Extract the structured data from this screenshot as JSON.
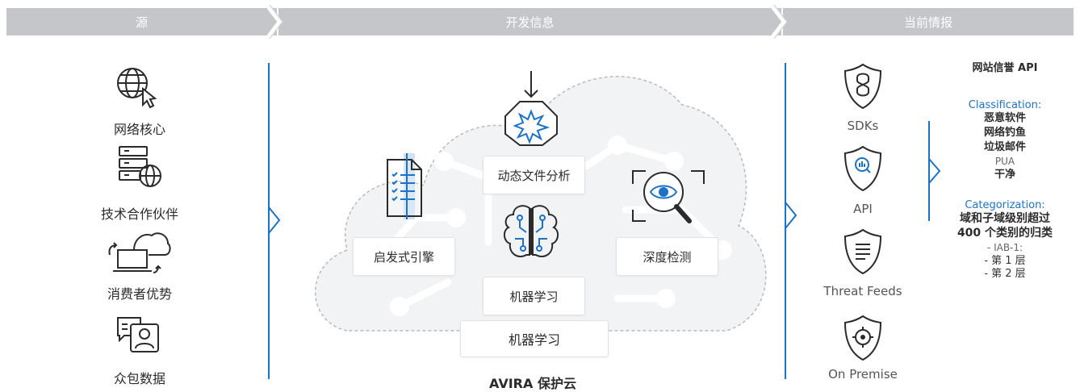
{
  "header": {
    "source": "源",
    "dev": "开发信息",
    "current": "当前情报"
  },
  "sources": [
    {
      "label": "网络核心"
    },
    {
      "label": "技术合作伙伴"
    },
    {
      "label": "消费者优势"
    },
    {
      "label": "众包数据"
    }
  ],
  "cloud": {
    "dynamic": "动态文件分析",
    "heuristic": "启发式引擎",
    "deep": "深度检测",
    "ml_inner": "机器学习",
    "ml_outer": "机器学习",
    "footer": "AVIRA 保护云"
  },
  "products": [
    {
      "label": "SDKs"
    },
    {
      "label": "API"
    },
    {
      "label": "Threat Feeds"
    },
    {
      "label": "On Premise"
    }
  ],
  "reputation": {
    "title": "网站信誉 API",
    "classification_head": "Classification:",
    "classification_items": [
      "恶意软件",
      "网络钓鱼",
      "垃圾邮件"
    ],
    "pua": "PUA",
    "clean": "干净",
    "categorization_head": "Categorization:",
    "cat_line1": "域和子域级别超过",
    "cat_line2": "400 个类别的归类",
    "iab": "- IAB-1:",
    "tier1": "- 第 1 层",
    "tier2": "- 第 2 层"
  },
  "colors": {
    "accent": "#1a73c8",
    "header": "#c4c6c9",
    "icon": "#2b2b2b"
  }
}
